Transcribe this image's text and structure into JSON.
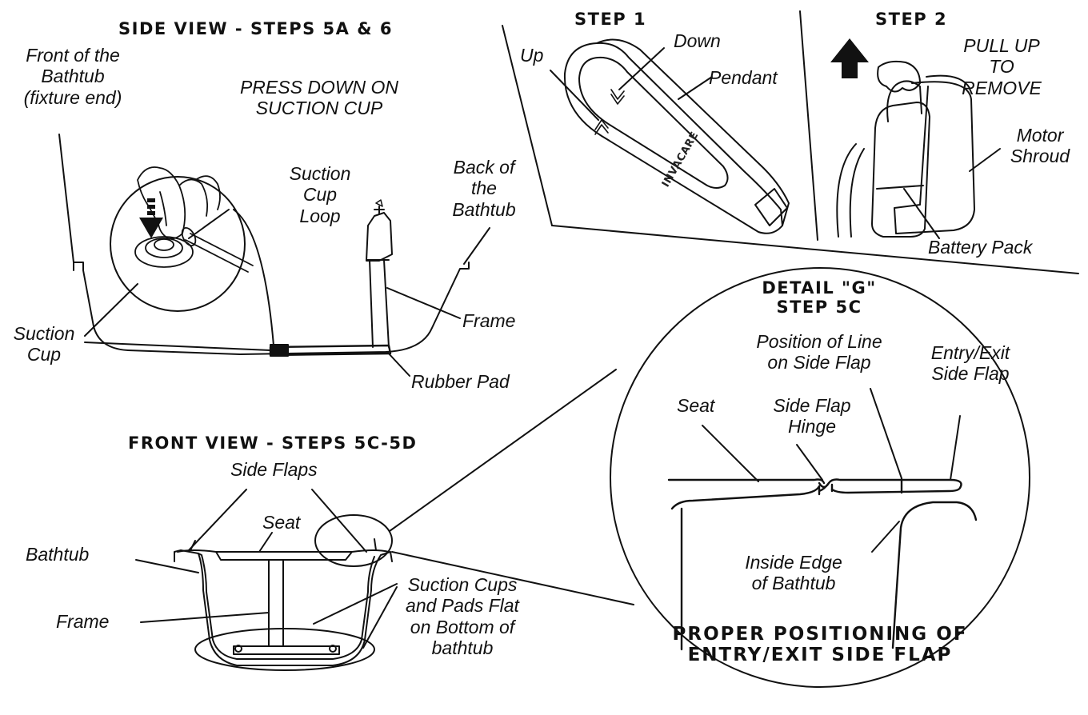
{
  "side_view": {
    "title": "SIDE VIEW - STEPS 5A & 6",
    "front_of_bathtub": [
      "Front of the",
      "Bathtub",
      "(fixture end)"
    ],
    "press_down": [
      "PRESS DOWN ON",
      "SUCTION CUP"
    ],
    "suction_cup_loop": [
      "Suction",
      "Cup",
      "Loop"
    ],
    "back_of_bathtub": [
      "Back of",
      "the",
      "Bathtub"
    ],
    "frame": "Frame",
    "suction_cup": [
      "Suction",
      "Cup"
    ],
    "rubber_pad": "Rubber Pad"
  },
  "step1": {
    "title": "STEP 1",
    "up": "Up",
    "down": "Down",
    "pendant": "Pendant",
    "logo": "INVACARE"
  },
  "step2": {
    "title": "STEP 2",
    "pull_up": [
      "PULL UP",
      "TO",
      "REMOVE"
    ],
    "motor_shroud": [
      "Motor",
      "Shroud"
    ],
    "battery_pack": "Battery Pack"
  },
  "front_view": {
    "title": "FRONT VIEW - STEPS 5C-5D",
    "side_flaps": "Side Flaps",
    "seat": "Seat",
    "bathtub": "Bathtub",
    "frame": "Frame",
    "suction_cups": [
      "Suction Cups",
      "and Pads Flat",
      "on Bottom of",
      "bathtub"
    ]
  },
  "detail_g": {
    "title": [
      "DETAIL \"G\"",
      "STEP 5C"
    ],
    "position_of_line": [
      "Position of Line",
      "on Side Flap"
    ],
    "entry_exit": [
      "Entry/Exit",
      "Side Flap"
    ],
    "seat": "Seat",
    "side_flap_hinge": [
      "Side Flap",
      "Hinge"
    ],
    "inside_edge": [
      "Inside Edge",
      "of Bathtub"
    ],
    "caption": [
      "PROPER POSITIONING OF",
      "ENTRY/EXIT SIDE FLAP"
    ]
  }
}
